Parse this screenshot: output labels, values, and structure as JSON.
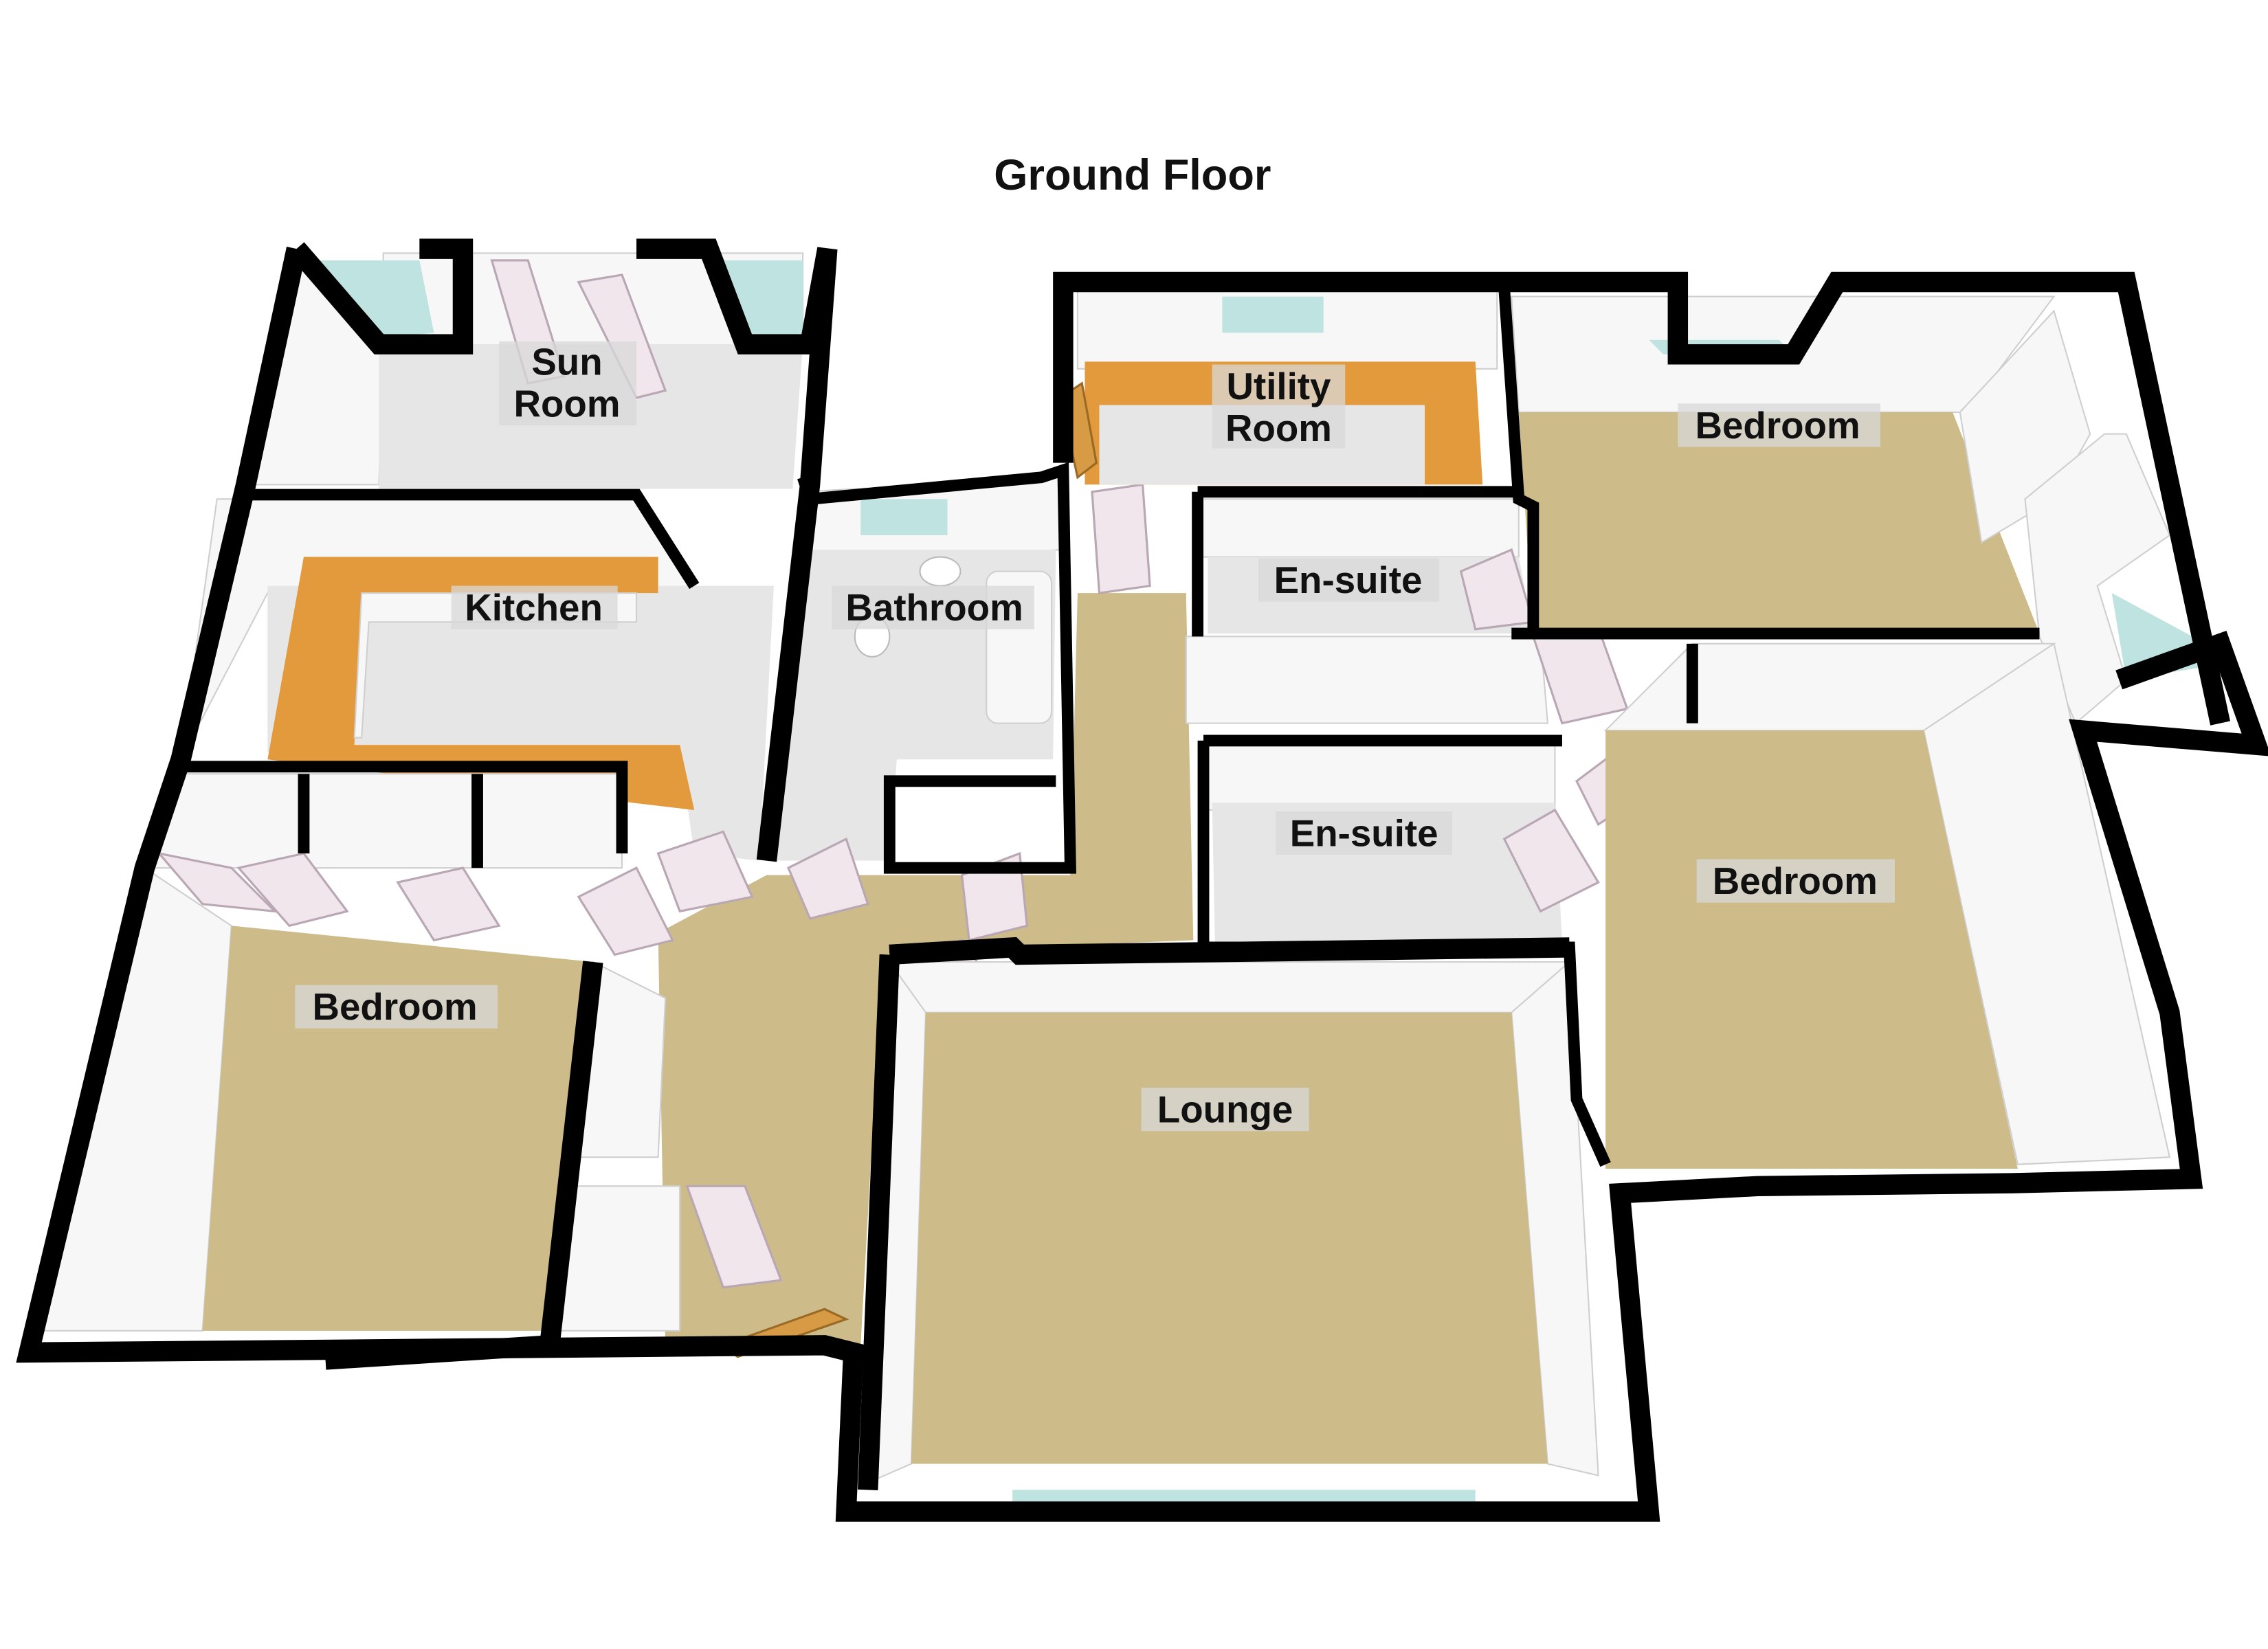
{
  "title": "Ground Floor",
  "rooms": {
    "sun_room": [
      "Sun",
      "Room"
    ],
    "kitchen": "Kitchen",
    "bathroom": "Bathroom",
    "utility_room": [
      "Utility",
      "Room"
    ],
    "bedroom_top_right": "Bedroom",
    "ensuite_upper": "En-suite",
    "ensuite_lower": "En-suite",
    "bedroom_right": "Bedroom",
    "bedroom_left": "Bedroom",
    "lounge": "Lounge"
  },
  "colors": {
    "carpet": "#cdbb8a",
    "tile": "#e6e6e6",
    "counter": "#e39a3c",
    "wall": "#000000",
    "glass": "#bfe3e0"
  }
}
